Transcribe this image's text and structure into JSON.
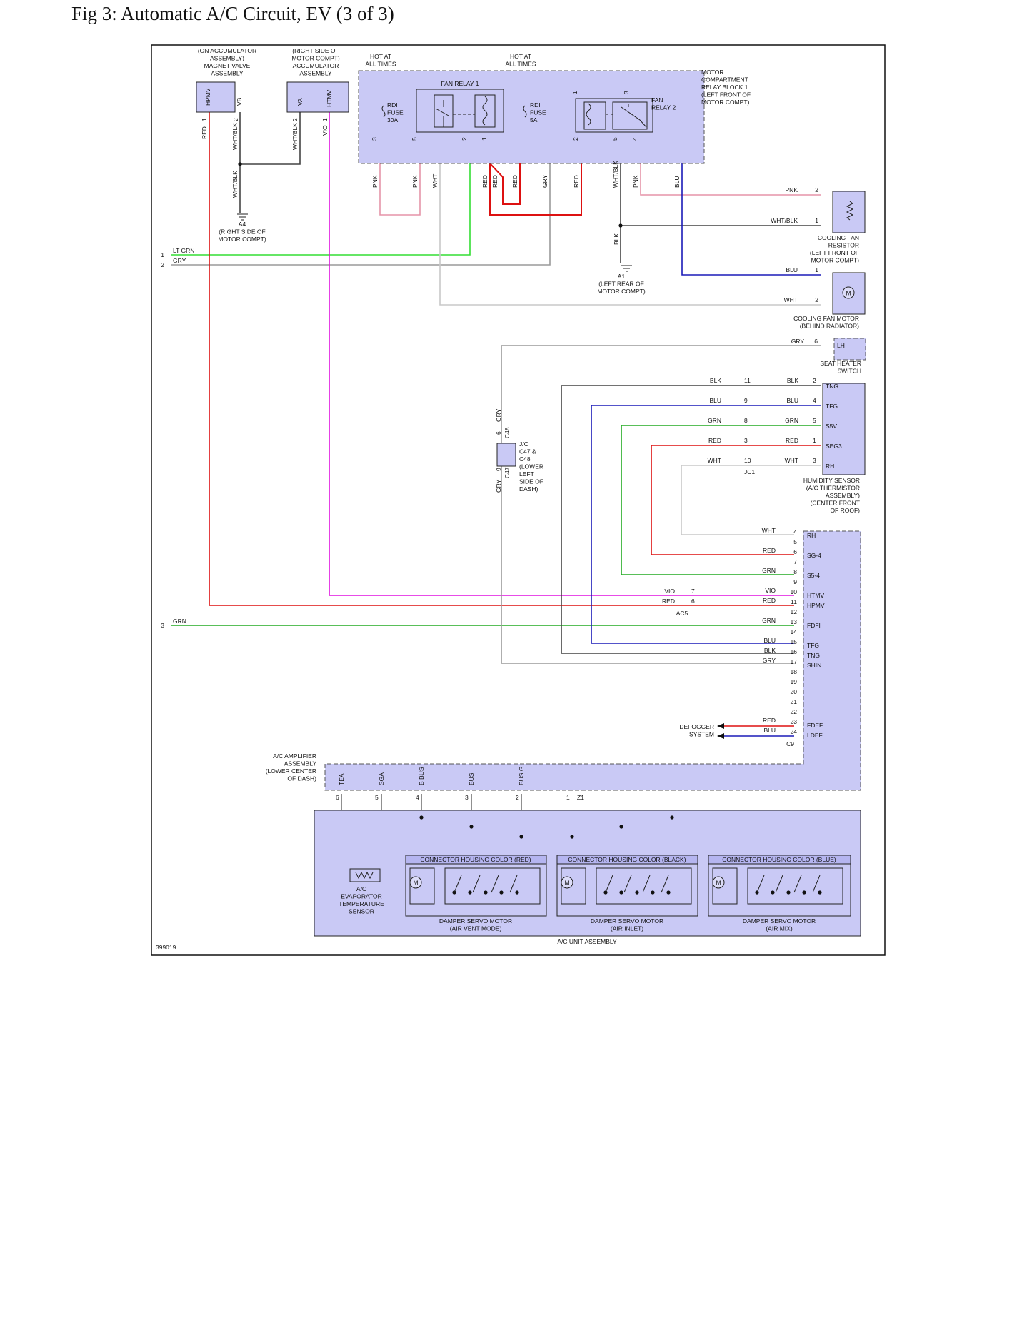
{
  "title": "Fig 3: Automatic A/C Circuit, EV (3 of 3)",
  "figure_id": "399019",
  "colors": {
    "RED": "#dd1111",
    "WHT/BLK": "#444444",
    "PNK": "#e594a8",
    "WHT": "#c8c8c8",
    "LT GRN": "#33dd33",
    "GRY": "#9a9a9a",
    "BLU": "#1b1bb8",
    "VIO": "#e010e0",
    "GRN": "#22aa22",
    "BLK": "#444444",
    "box": "#c9c9f5"
  },
  "components": {
    "magnet_valve": {
      "label": [
        "(ON ACCUMULATOR",
        "ASSEMBLY)",
        "MAGNET VALVE",
        "ASSEMBLY"
      ],
      "pins": [
        "HPMV",
        "VB"
      ],
      "pin_nums": [
        "1",
        "2"
      ]
    },
    "accumulator": {
      "label": [
        "(RIGHT SIDE OF",
        "MOTOR COMPT)",
        "ACCUMULATOR",
        "ASSEMBLY"
      ],
      "pins": [
        "VA",
        "HTMV"
      ],
      "pin_nums": [
        "2",
        "1"
      ]
    },
    "hot1": [
      "HOT AT",
      "ALL TIMES"
    ],
    "hot2": [
      "HOT AT",
      "ALL TIMES"
    ],
    "fan_relay_1": "FAN RELAY 1",
    "fan_relay_2": [
      "FAN",
      "RELAY 2"
    ],
    "fuse_30": [
      "RDI",
      "FUSE",
      "30A"
    ],
    "fuse_5": [
      "RDI",
      "FUSE",
      "5A"
    ],
    "relay_block": [
      "MOTOR",
      "COMPARTMENT",
      "RELAY BLOCK 1",
      "(LEFT FRONT OF",
      "MOTOR COMPT)"
    ],
    "ground_a4": [
      "A4",
      "(RIGHT SIDE OF",
      "MOTOR COMPT)"
    ],
    "ground_a1": [
      "A1",
      "(LEFT REAR OF",
      "MOTOR COMPT)"
    ],
    "cooling_fan_resistor": [
      "COOLING FAN",
      "RESISTOR",
      "(LEFT FRONT OF",
      "MOTOR COMPT)"
    ],
    "cooling_fan_motor": [
      "COOLING FAN MOTOR",
      "(BEHIND RADIATOR)"
    ],
    "motor_symbol": "M",
    "seat_heater": {
      "label": [
        "SEAT HEATER",
        "SWITCH"
      ],
      "pin": "LH",
      "pin_num": "6",
      "wire": "GRY"
    },
    "humidity_sensor": {
      "label": [
        "HUMIDITY SENSOR",
        "(A/C THERMISTOR",
        "ASSEMBLY)",
        "(CENTER FRONT",
        "OF ROOF)"
      ],
      "pins": [
        "TNG",
        "TFG",
        "S5V",
        "SEG3",
        "RH"
      ]
    },
    "jc1": "JC1",
    "jc": {
      "label": [
        "J/C",
        "C47 &",
        "C48",
        "(LOWER",
        "LEFT",
        "SIDE OF",
        "DASH)"
      ],
      "c48": "C48",
      "c47": "C47",
      "pin6": "6",
      "pin9": "9",
      "wire": "GRY"
    },
    "ac5": "AC5",
    "c9": "C9",
    "z1": "Z1",
    "defogger": [
      "DEFOGGER",
      "SYSTEM"
    ],
    "amp_label": [
      "A/C AMPLIFIER",
      "ASSEMBLY",
      "(LOWER CENTER",
      "OF DASH)"
    ],
    "amp_bottom_pins": [
      "TEA",
      "SGA",
      "B BUS",
      "BUS",
      "BUS G"
    ],
    "amp_bottom_nums": [
      "6",
      "5",
      "4",
      "3",
      "2",
      "1"
    ],
    "evap_sensor": [
      "A/C",
      "EVAPORATOR",
      "TEMPERATURE",
      "SENSOR"
    ],
    "servo_red": {
      "header": "CONNECTOR HOUSING COLOR (RED)",
      "label": [
        "DAMPER SERVO MOTOR",
        "(AIR VENT MODE)"
      ]
    },
    "servo_black": {
      "header": "CONNECTOR HOUSING COLOR (BLACK)",
      "label": [
        "DAMPER SERVO MOTOR",
        "(AIR INLET)"
      ]
    },
    "servo_blue": {
      "header": "CONNECTOR HOUSING COLOR (BLUE)",
      "label": [
        "DAMPER SERVO MOTOR",
        "(AIR MIX)"
      ]
    },
    "unit_label": "A/C UNIT ASSEMBLY"
  },
  "left_signals": [
    {
      "num": "1",
      "wire": "LT GRN"
    },
    {
      "num": "2",
      "wire": "GRY"
    },
    {
      "num": "3",
      "wire": "GRN"
    }
  ],
  "relay_pin_labels": [
    {
      "pin": "3",
      "wire": "PNK"
    },
    {
      "pin": "5",
      "wire": "PNK"
    },
    {
      "pin": "",
      "wire": "WHT"
    },
    {
      "pin": "2",
      "wire": ""
    },
    {
      "pin": "1",
      "wire": "RED"
    },
    {
      "pin": "",
      "wire": "RED"
    },
    {
      "pin": "",
      "wire": "RED"
    },
    {
      "pin": "",
      "wire": "GRY"
    },
    {
      "pin": "2",
      "wire": "RED"
    },
    {
      "pin": "5",
      "wire": "WHT/BLK"
    },
    {
      "pin": "4",
      "wire": "PNK"
    },
    {
      "pin": "",
      "wire": "BLU"
    }
  ],
  "relay2_top_pins": [
    "1",
    "3"
  ],
  "fan_connections": [
    {
      "wire": "PNK",
      "num": "2"
    },
    {
      "wire": "WHT/BLK",
      "num": "1"
    },
    {
      "wire": "BLU",
      "num": "1"
    },
    {
      "wire": "WHT",
      "num": "2"
    }
  ],
  "a1_wire": "BLK",
  "a4_wire": "WHT/BLK",
  "magnet_wires": [
    "RED",
    "WHT/BLK",
    "WHT/BLK",
    "VIO"
  ],
  "humidity_rows": [
    {
      "lw": "BLK",
      "jc": "11",
      "rw": "BLK",
      "num": "2",
      "pin": "TNG"
    },
    {
      "lw": "BLU",
      "jc": "9",
      "rw": "BLU",
      "num": "4",
      "pin": "TFG"
    },
    {
      "lw": "GRN",
      "jc": "8",
      "rw": "GRN",
      "num": "5",
      "pin": "S5V"
    },
    {
      "lw": "RED",
      "jc": "3",
      "rw": "RED",
      "num": "1",
      "pin": "SEG3"
    },
    {
      "lw": "WHT",
      "jc": "10",
      "rw": "WHT",
      "num": "3",
      "pin": "RH"
    }
  ],
  "amp_rows": [
    {
      "num": "4",
      "wire": "WHT",
      "pin": "RH"
    },
    {
      "num": "5",
      "wire": "",
      "pin": ""
    },
    {
      "num": "6",
      "wire": "RED",
      "pin": "SG-4"
    },
    {
      "num": "7",
      "wire": "",
      "pin": ""
    },
    {
      "num": "8",
      "wire": "GRN",
      "pin": "S5-4"
    },
    {
      "num": "9",
      "wire": "",
      "pin": ""
    },
    {
      "num": "10",
      "wire": "VIO",
      "pin": "HTMV"
    },
    {
      "num": "11",
      "wire": "RED",
      "pin": "HPMV"
    },
    {
      "num": "12",
      "wire": "",
      "pin": ""
    },
    {
      "num": "13",
      "wire": "GRN",
      "pin": "FDFI"
    },
    {
      "num": "14",
      "wire": "",
      "pin": ""
    },
    {
      "num": "15",
      "wire": "BLU",
      "pin": "TFG"
    },
    {
      "num": "16",
      "wire": "BLK",
      "pin": "TNG"
    },
    {
      "num": "17",
      "wire": "GRY",
      "pin": "SHIN"
    },
    {
      "num": "18",
      "wire": "",
      "pin": ""
    },
    {
      "num": "19",
      "wire": "",
      "pin": ""
    },
    {
      "num": "20",
      "wire": "",
      "pin": ""
    },
    {
      "num": "21",
      "wire": "",
      "pin": ""
    },
    {
      "num": "22",
      "wire": "",
      "pin": ""
    },
    {
      "num": "23",
      "wire": "RED",
      "pin": "FDEF"
    },
    {
      "num": "24",
      "wire": "BLU",
      "pin": "LDEF"
    }
  ],
  "ac5_rows": [
    {
      "wire": "VIO",
      "num": "7"
    },
    {
      "wire": "RED",
      "num": "6"
    }
  ]
}
